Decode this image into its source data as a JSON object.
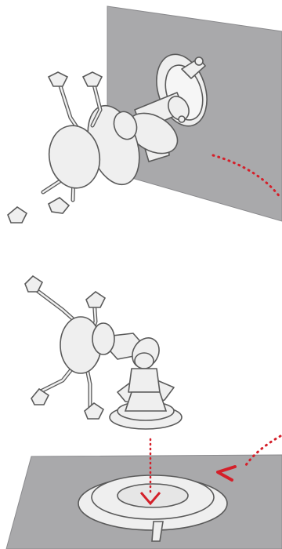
{
  "figure": {
    "panels": [
      {
        "id": "wall-mount",
        "subject": "x-grip-suction-mount-on-wall"
      },
      {
        "id": "surface-mount",
        "subject": "x-grip-twist-lock-suction-mount-on-plate"
      }
    ],
    "colors": {
      "surface": "#a9a9ab",
      "surface_edge": "#7f7f82",
      "part_fill": "#efefef",
      "part_stroke": "#5a5a5a",
      "accent": "#d4202a"
    }
  }
}
